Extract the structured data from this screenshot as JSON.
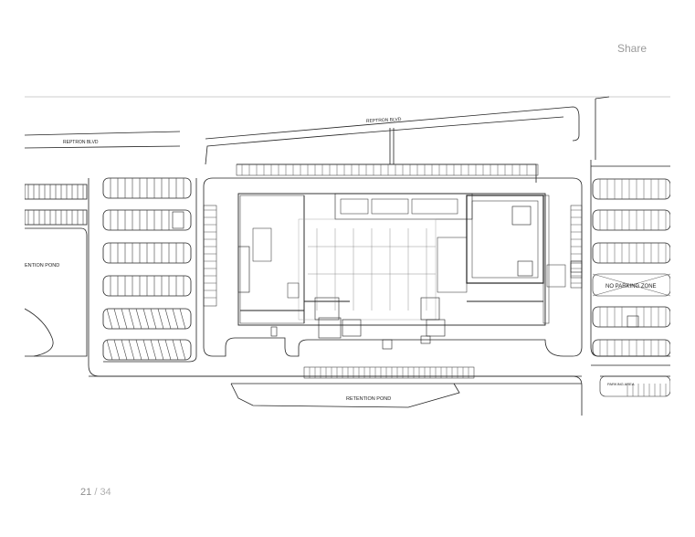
{
  "toolbar": {
    "share_label": "Share"
  },
  "plan": {
    "labels": {
      "road_top": "REPTRON BLVD",
      "road_left": "REPTRON BLVD",
      "pond_left": "ENTION POND",
      "pond_bottom": "RETENTION POND",
      "no_parking": "NO PARKING ZONE",
      "parking_area": "PARKING AREA"
    }
  },
  "pagination": {
    "current": "21",
    "separator": "/",
    "total": "34"
  }
}
